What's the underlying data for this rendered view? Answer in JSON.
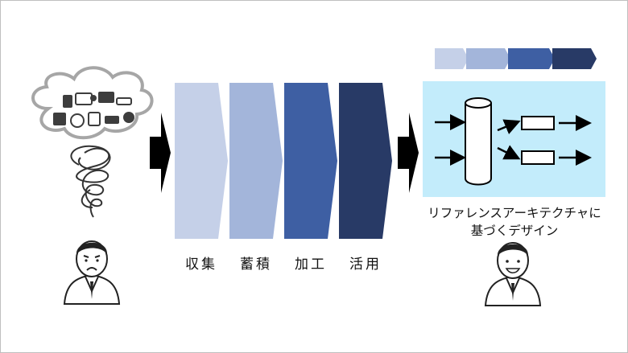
{
  "process": {
    "stages": [
      {
        "label": "収集",
        "color": "#c5d0e8"
      },
      {
        "label": "蓄積",
        "color": "#a3b5da"
      },
      {
        "label": "加工",
        "color": "#3e5fa3"
      },
      {
        "label": "活用",
        "color": "#283a66"
      }
    ]
  },
  "architecture": {
    "caption_line1": "リファレンスアーキテクチャに",
    "caption_line2": "基づくデザイン",
    "panel_color": "#c3ecfb"
  },
  "icons": {
    "cloud": "thought-cloud-icon",
    "confused": "tangled-scribble-icon",
    "worried_person": "worried-person-icon",
    "happy_person": "smiling-person-icon",
    "arrow": "big-right-arrow-icon",
    "database": "database-cylinder-icon"
  }
}
